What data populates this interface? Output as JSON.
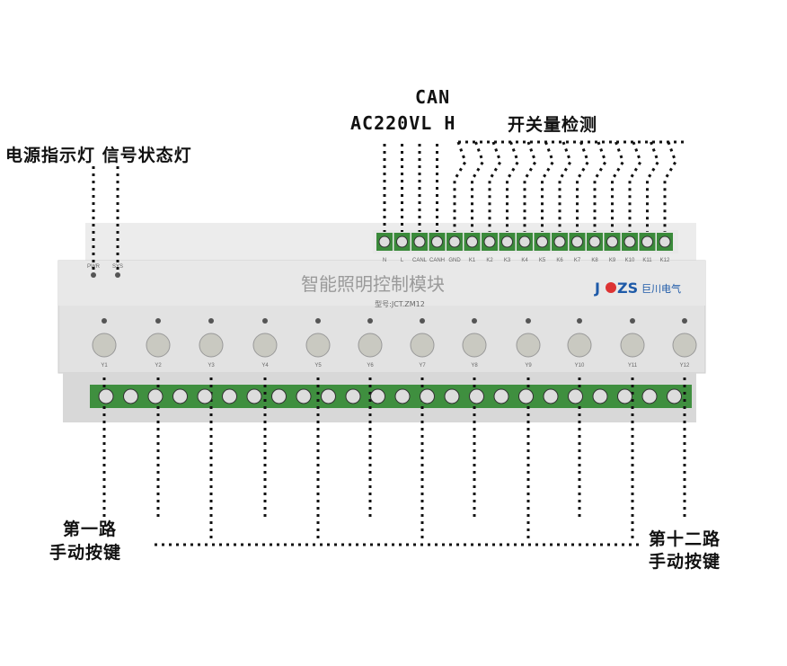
{
  "labels": {
    "can": "CAN",
    "power": "AC220VL H",
    "switch_detect": "开关量检测",
    "indicators": "电源指示灯 信号状态灯",
    "first_line1": "第一路",
    "first_line2": "手动按键",
    "last_line1": "第十二路",
    "last_line2": "手动按键"
  },
  "device": {
    "title": "智能照明控制模块",
    "model": "型号:JCT.ZM12",
    "brand_logo": "JCZS",
    "brand_name": "巨川电气",
    "led_labels": [
      "PWR",
      "SYS"
    ],
    "top_terminals": [
      "N",
      "L",
      "CANL",
      "CANH",
      "GND",
      "K1",
      "K2",
      "K3",
      "K4",
      "K5",
      "K6",
      "K7",
      "K8",
      "K9",
      "K10",
      "K11",
      "K12"
    ],
    "buttons": [
      "Y1",
      "Y2",
      "Y3",
      "Y4",
      "Y5",
      "Y6",
      "Y7",
      "Y8",
      "Y9",
      "Y10",
      "Y11",
      "Y12"
    ],
    "colors": {
      "body": "#e2e2e2",
      "terminal_green": "#3a8a3a",
      "button": "#c9c9c1"
    }
  }
}
